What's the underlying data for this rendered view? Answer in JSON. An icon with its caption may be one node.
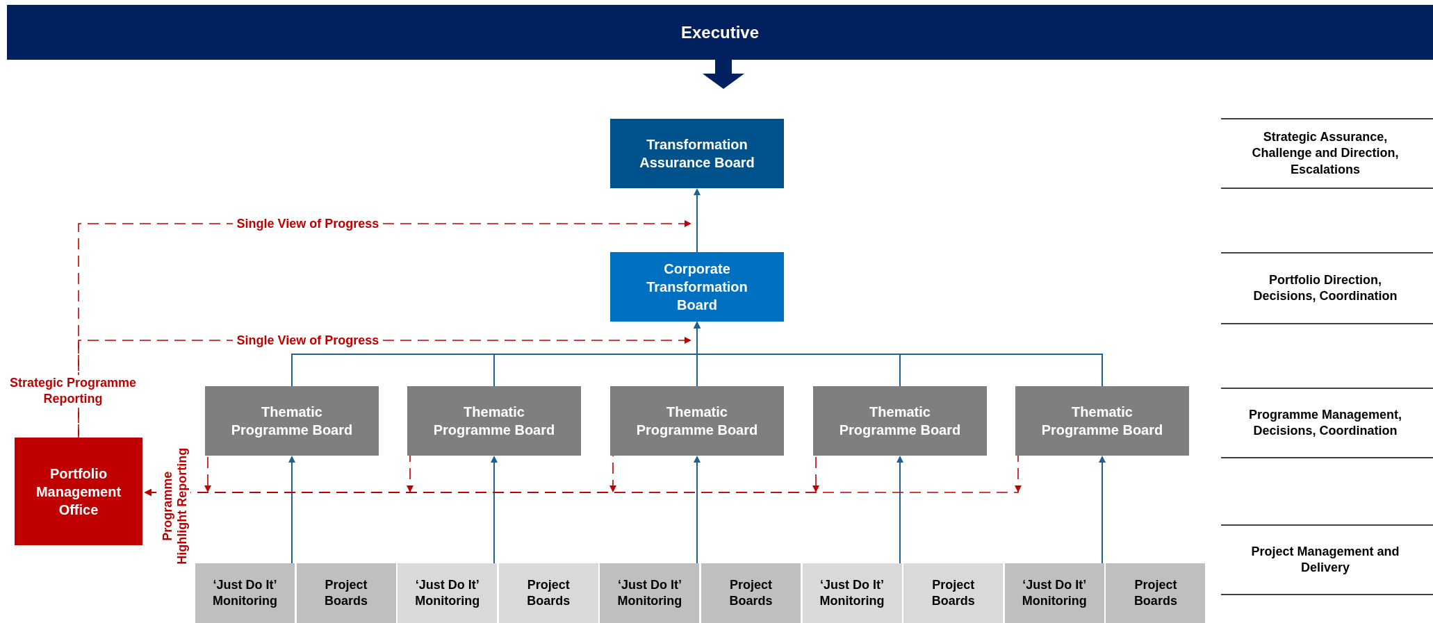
{
  "diagram": {
    "nodes": [
      {
        "text": [
          "Executive"
        ]
      },
      {
        "text": [
          "Transformation Assurance Board"
        ]
      },
      {
        "text": [
          "Corporate Transformation Board"
        ]
      },
      {
        "text": [
          "Thematic Programme Board"
        ]
      },
      {
        "text": [
          "Thematic Programme Board"
        ]
      },
      {
        "text": [
          "Thematic Programme Board"
        ]
      },
      {
        "text": [
          "Thematic Programme Board"
        ]
      },
      {
        "text": [
          "Thematic Programme Board"
        ]
      },
      {
        "text": [
          "Portfolio Management Office"
        ]
      },
      {
        "text": [
          "‘Just Do It’ Monitoring"
        ]
      },
      {
        "text": [
          "Project Boards"
        ]
      },
      {
        "text": [
          "‘Just Do It’ Monitoring"
        ]
      },
      {
        "text": [
          "Project Boards"
        ]
      },
      {
        "text": [
          "‘Just Do It’ Monitoring"
        ]
      },
      {
        "text": [
          "Project Boards"
        ]
      },
      {
        "text": [
          "‘Just Do It’ Monitoring"
        ]
      },
      {
        "text": [
          "Project Boards"
        ]
      },
      {
        "text": [
          "‘Just Do It’ Monitoring"
        ]
      },
      {
        "text": [
          "Project Boards"
        ]
      }
    ],
    "edges": [
      {
        "from": 0,
        "to": 1,
        "arrow": "to",
        "style": "thick",
        "color": "#002060"
      },
      {
        "from": 2,
        "to": 1,
        "arrow": "to"
      },
      {
        "from": 3,
        "to": 2,
        "arrow": "to"
      },
      {
        "from": 4,
        "to": 2,
        "arrow": "to"
      },
      {
        "from": 5,
        "to": 2,
        "arrow": "to"
      },
      {
        "from": 6,
        "to": 2,
        "arrow": "to"
      },
      {
        "from": 7,
        "to": 2,
        "arrow": "to"
      },
      {
        "from": 9,
        "to": 3,
        "arrow": "to"
      },
      {
        "from": 10,
        "to": 3,
        "arrow": "to"
      },
      {
        "from": 11,
        "to": 4,
        "arrow": "to"
      },
      {
        "from": 12,
        "to": 4,
        "arrow": "to"
      },
      {
        "from": 13,
        "to": 5,
        "arrow": "to"
      },
      {
        "from": 14,
        "to": 5,
        "arrow": "to"
      },
      {
        "from": 15,
        "to": 6,
        "arrow": "to"
      },
      {
        "from": 16,
        "to": 6,
        "arrow": "to"
      },
      {
        "from": 17,
        "to": 7,
        "arrow": "to"
      },
      {
        "from": 18,
        "to": 7,
        "arrow": "to"
      },
      {
        "from": 8,
        "to": 2,
        "arrow": "to",
        "label": "Single View of Progress",
        "style": "dashed",
        "color": "#c00000"
      },
      {
        "from": 8,
        "to": 2,
        "arrow": "to",
        "label": "Single View of Progress",
        "style": "dashed",
        "color": "#c00000"
      },
      {
        "from": 3,
        "to": 8,
        "arrow": "to",
        "label": "Programme Highlight Reporting",
        "style": "dashed",
        "color": "#c00000"
      },
      {
        "from": 4,
        "to": 8,
        "arrow": "to",
        "style": "dashed",
        "color": "#c00000"
      },
      {
        "from": 5,
        "to": 8,
        "arrow": "to",
        "style": "dashed",
        "color": "#c00000"
      },
      {
        "from": 6,
        "to": 8,
        "arrow": "to",
        "style": "dashed",
        "color": "#c00000"
      },
      {
        "from": 7,
        "to": 8,
        "arrow": "to",
        "style": "dashed",
        "color": "#c00000"
      }
    ],
    "labels": [
      "Strategic Programme Reporting",
      "Strategic Assurance, Challenge and Direction, Escalations",
      "Portfolio Direction, Decisions, Coordination",
      "Programme Management, Decisions, Coordination",
      "Project Management and Delivery"
    ]
  }
}
